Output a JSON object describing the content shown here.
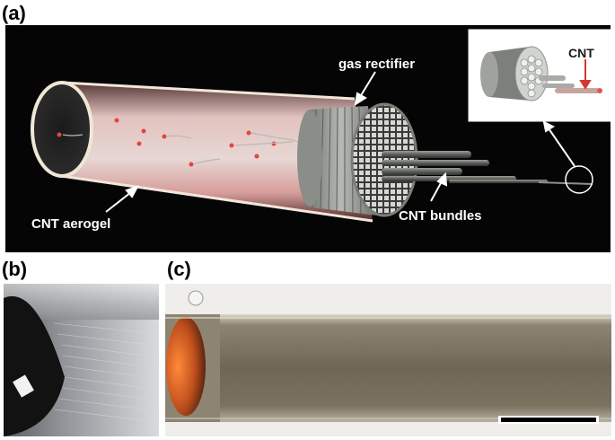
{
  "panels": {
    "a": {
      "label": "(a)"
    },
    "b": {
      "label": "(b)"
    },
    "c": {
      "label": "(c)"
    }
  },
  "annotations": {
    "gas_rectifier": "gas rectifier",
    "cnt": "CNT",
    "cnt_aerogel": "CNT aerogel",
    "cnt_bundles": "CNT bundles"
  },
  "colors": {
    "background_a": "#050505",
    "tube_glow": "#f3b9b4",
    "rectifier_gray": "#8f938e",
    "annotation_text": "#ffffff",
    "scale_bar": "#000000"
  }
}
